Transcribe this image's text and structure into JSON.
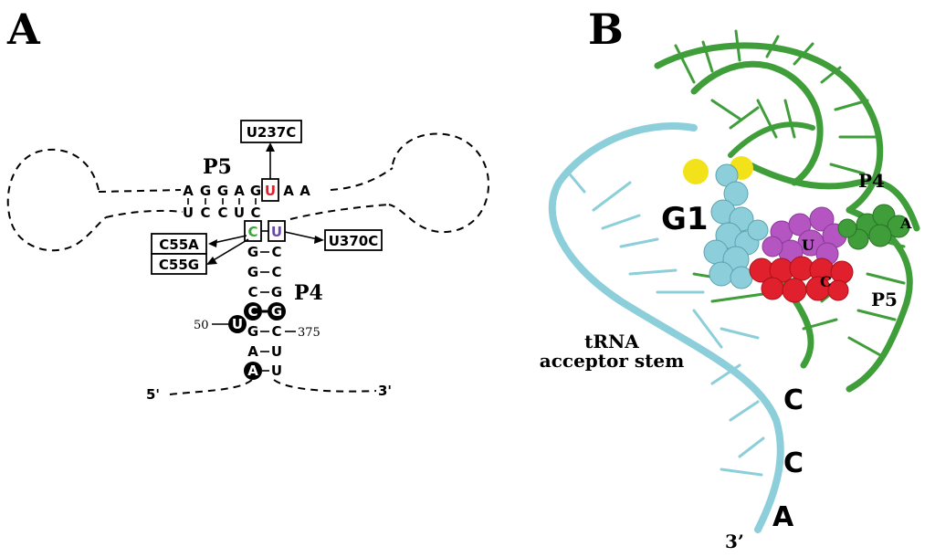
{
  "panels": {
    "a_label": "A",
    "b_label": "B"
  },
  "panel_a": {
    "p5_label": "P5",
    "p4_label": "P4",
    "mutations": {
      "u237c": "U237C",
      "c55a": "C55A",
      "c55g": "C55G",
      "u370c": "U370C"
    },
    "top_strand": [
      "A",
      "G",
      "G",
      "A",
      "G",
      "U",
      "A",
      "A"
    ],
    "bottom_strand": [
      "U",
      "C",
      "C",
      "U",
      "C"
    ],
    "boxed_pair": {
      "left": "C",
      "right": "U"
    },
    "stem_pairs": [
      {
        "left": "G",
        "right": "C"
      },
      {
        "left": "G",
        "right": "C"
      },
      {
        "left": "C",
        "right": "G"
      }
    ],
    "circled_pair": {
      "left": "C",
      "right": "G"
    },
    "bulge_nt": "U",
    "number_50": "50",
    "pair_375": {
      "left": "G",
      "right": "C"
    },
    "number_375": "375",
    "pair_au": {
      "left": "A",
      "right": "U"
    },
    "bottom_pair": {
      "left": "A",
      "right": "U"
    },
    "five_prime": "5'",
    "three_prime": "3'"
  },
  "panel_b": {
    "g1_label": "G1",
    "p4_label": "P4",
    "p5_label": "P5",
    "a_label": "A",
    "u_label": "U",
    "c_label": "C",
    "trna_line1": "tRNA",
    "trna_line2": "acceptor stem",
    "cca": [
      "C",
      "C",
      "A"
    ],
    "three_prime": "3’"
  },
  "colors": {
    "red": "#e0202c",
    "green": "#3aa63a",
    "purple": "#6a4aa8",
    "trna": "#8ccfda",
    "rna_green": "#3f9e3a",
    "violet": "#b455c2",
    "yellow": "#f2e21a",
    "black": "#000000"
  }
}
